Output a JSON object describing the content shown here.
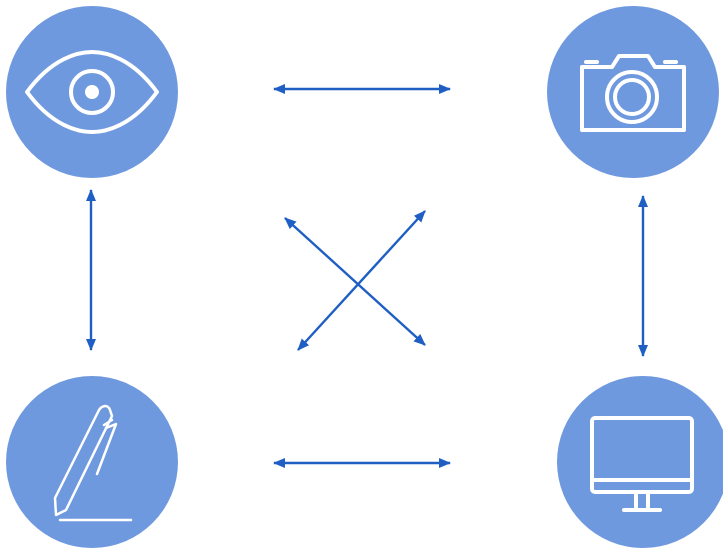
{
  "colors": {
    "node_fill": "#6f99de",
    "arrow": "#1f5fc4",
    "icon_stroke": "#ffffff",
    "background": "#ffffff"
  },
  "nodes": [
    {
      "id": "see",
      "icon": "eye-icon"
    },
    {
      "id": "capture",
      "icon": "camera-icon"
    },
    {
      "id": "write",
      "icon": "pen-icon"
    },
    {
      "id": "display",
      "icon": "monitor-icon"
    }
  ],
  "connections": [
    {
      "from": "see",
      "to": "capture",
      "style": "double-arrow"
    },
    {
      "from": "see",
      "to": "write",
      "style": "double-arrow"
    },
    {
      "from": "capture",
      "to": "display",
      "style": "double-arrow"
    },
    {
      "from": "write",
      "to": "display",
      "style": "double-arrow"
    },
    {
      "from": "see",
      "to": "display",
      "style": "double-arrow"
    },
    {
      "from": "capture",
      "to": "write",
      "style": "double-arrow"
    }
  ]
}
